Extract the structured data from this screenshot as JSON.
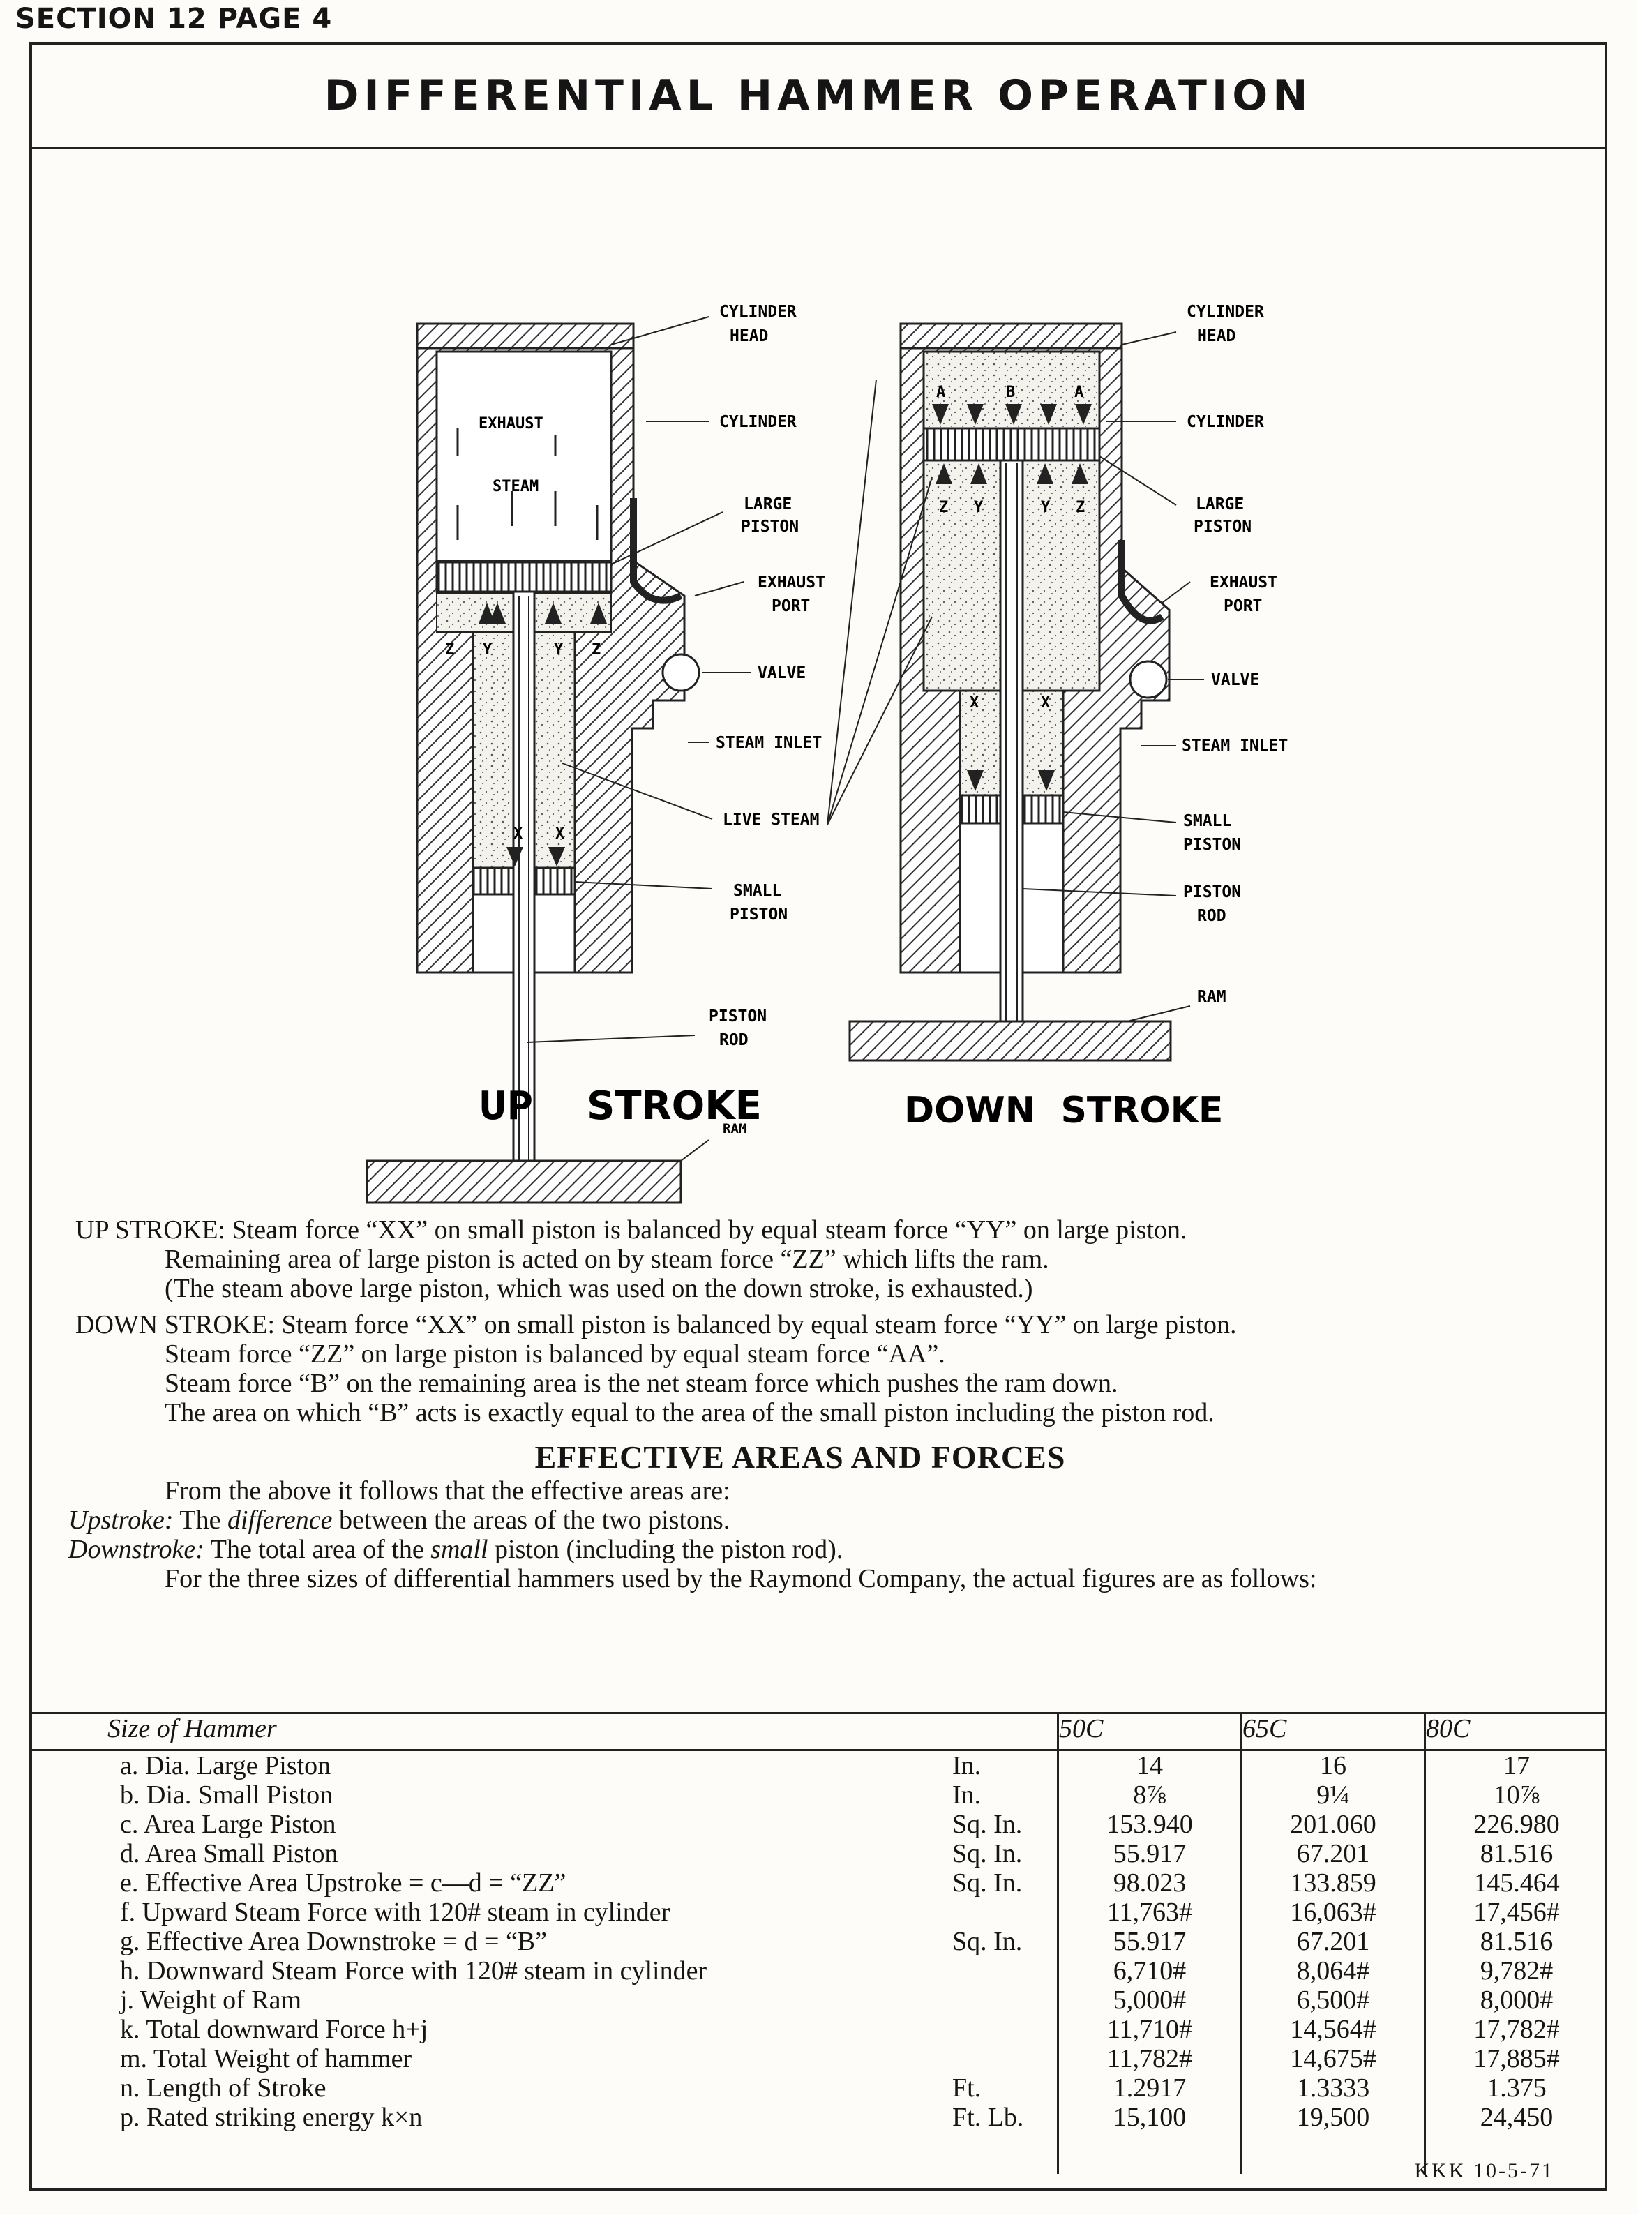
{
  "header": {
    "section": "SECTION 12  PAGE 4",
    "title": "DIFFERENTIAL HAMMER OPERATION"
  },
  "diagram": {
    "up_labels": {
      "cylinder_head": [
        "CYLINDER",
        "HEAD"
      ],
      "cylinder": "CYLINDER",
      "large_piston": [
        "LARGE",
        "PISTON"
      ],
      "exhaust_port": [
        "EXHAUST",
        "PORT"
      ],
      "valve": "VALVE",
      "steam_inlet": "STEAM INLET",
      "live_steam": "LIVE STEAM",
      "small_piston": [
        "SMALL",
        "PISTON"
      ],
      "piston_rod": [
        "PISTON",
        "ROD"
      ],
      "ram": "RAM",
      "exhaust": "EXHAUST",
      "steam": "STEAM"
    },
    "down_labels": {
      "cylinder_head": [
        "CYLINDER",
        "HEAD"
      ],
      "cylinder": "CYLINDER",
      "large_piston": [
        "LARGE",
        "PISTON"
      ],
      "exhaust_port": [
        "EXHAUST",
        "PORT"
      ],
      "valve": "VALVE",
      "steam_inlet": "STEAM INLET",
      "small_piston": [
        "SMALL",
        "PISTON"
      ],
      "piston_rod": [
        "PISTON",
        "ROD"
      ],
      "ram": "RAM"
    },
    "captions": {
      "up1": "UP",
      "up2": "STROKE",
      "down": "DOWN  STROKE"
    },
    "letters": {
      "x": "X",
      "y": "Y",
      "z": "Z",
      "a": "A",
      "b": "B"
    }
  },
  "text": {
    "up_head": "UP STROKE:",
    "up_1": "Steam force “XX” on small piston is balanced by equal steam force “YY” on large piston.",
    "up_2": "Remaining area of large piston is acted on by steam force “ZZ” which lifts the ram.",
    "up_3": "(The steam above large piston, which was used on the down stroke, is exhausted.)",
    "down_head": "DOWN STROKE:",
    "down_1": "Steam force “XX” on small piston is balanced by equal steam force “YY” on large piston.",
    "down_2": "Steam force “ZZ” on large piston is balanced by equal steam force “AA”.",
    "down_3": "Steam force “B” on the remaining area is the net steam force which pushes the ram down.",
    "down_4": "The area on which “B” acts is exactly equal to the area of the small piston including the piston rod.",
    "eff_title": "EFFECTIVE AREAS AND FORCES",
    "eff_intro": "From the above it follows that the effective areas are:",
    "upstroke_label": "Upstroke:",
    "upstroke_a": "The",
    "upstroke_b": "difference",
    "upstroke_c": "between the areas of the two pistons.",
    "downstroke_label": "Downstroke:",
    "downstroke_a": "The total area of the",
    "downstroke_b": "small",
    "downstroke_c": "piston (including the piston rod).",
    "sizes_intro": "For the three sizes of differential hammers used by the Raymond Company, the actual figures are as follows:"
  },
  "table": {
    "header": {
      "size": "Size of Hammer",
      "c1": "50C",
      "c2": "65C",
      "c3": "80C"
    },
    "rows": [
      {
        "label": "a. Dia. Large Piston",
        "unit": "In.",
        "v1": "14",
        "v2": "16",
        "v3": "17"
      },
      {
        "label": "b. Dia. Small Piston",
        "unit": "In.",
        "v1": "8⅞",
        "v2": "9¼",
        "v3": "10⅞"
      },
      {
        "label": "c. Area Large Piston",
        "unit": "Sq. In.",
        "v1": "153.940",
        "v2": "201.060",
        "v3": "226.980"
      },
      {
        "label": "d. Area Small Piston",
        "unit": "Sq. In.",
        "v1": "55.917",
        "v2": "67.201",
        "v3": "81.516"
      },
      {
        "label": "e. Effective Area Upstroke = c—d = “ZZ”",
        "unit": "Sq. In.",
        "v1": "98.023",
        "v2": "133.859",
        "v3": "145.464"
      },
      {
        "label": "f. Upward Steam Force with 120# steam in cylinder",
        "unit": "",
        "v1": "11,763#",
        "v2": "16,063#",
        "v3": "17,456#"
      },
      {
        "label": "g. Effective Area Downstroke = d = “B”",
        "unit": "Sq. In.",
        "v1": "55.917",
        "v2": "67.201",
        "v3": "81.516"
      },
      {
        "label": "h. Downward Steam Force with 120# steam in cylinder",
        "unit": "",
        "v1": "6,710#",
        "v2": "8,064#",
        "v3": "9,782#"
      },
      {
        "label": "j. Weight of Ram",
        "unit": "",
        "v1": "5,000#",
        "v2": "6,500#",
        "v3": "8,000#"
      },
      {
        "label": "k. Total downward Force h+j",
        "unit": "",
        "v1": "11,710#",
        "v2": "14,564#",
        "v3": "17,782#"
      },
      {
        "label": "m. Total Weight of hammer",
        "unit": "",
        "v1": "11,782#",
        "v2": "14,675#",
        "v3": "17,885#"
      },
      {
        "label": "n. Length of Stroke",
        "unit": "Ft.",
        "v1": "1.2917",
        "v2": "1.3333",
        "v3": "1.375"
      },
      {
        "label": "p. Rated striking energy k×n",
        "unit": "Ft. Lb.",
        "v1": "15,100",
        "v2": "19,500",
        "v3": "24,450"
      }
    ]
  },
  "footer": "KKK   10-5-71"
}
